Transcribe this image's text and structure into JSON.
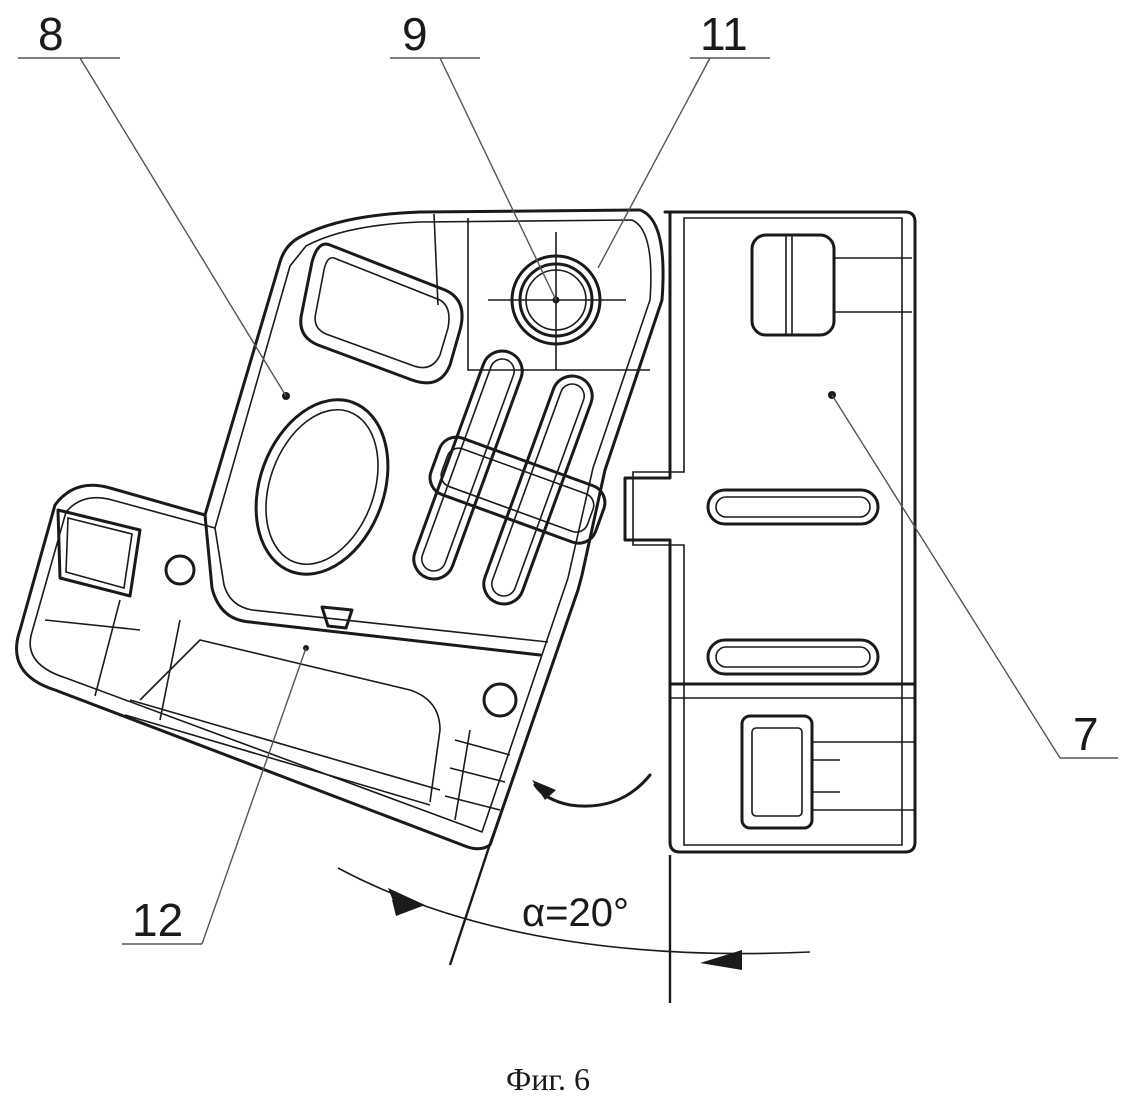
{
  "labels": {
    "part_8": "8",
    "part_9": "9",
    "part_11": "11",
    "part_7": "7",
    "part_12": "12"
  },
  "angle": {
    "text": "α=20°",
    "value_deg": 20
  },
  "caption": "Фиг. 6",
  "colors": {
    "ink": "#1a1a1a",
    "leader": "#555555",
    "background": "#ffffff"
  }
}
